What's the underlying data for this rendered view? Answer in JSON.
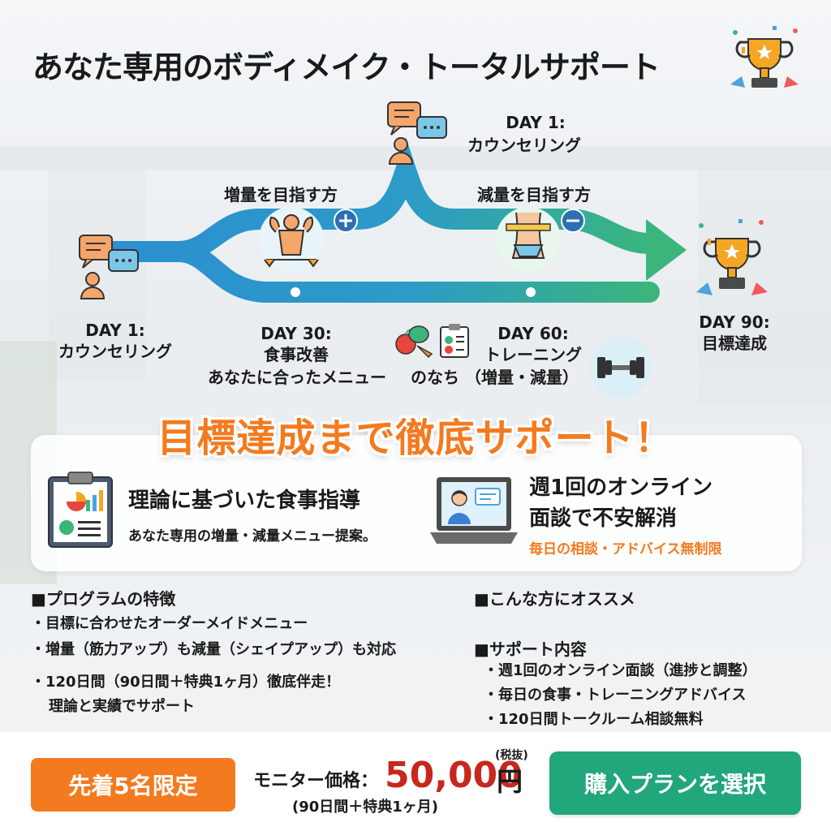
{
  "title": "あなた専用のボディメイク・トータルサポート",
  "journey": {
    "top_day": "DAY 1:",
    "top_label": "カウンセリング",
    "gain_label": "増量を目指す方",
    "loss_label": "減量を目指す方",
    "day1": "DAY 1:",
    "day1_label": "カウンセリング",
    "day30": "DAY 30:",
    "day30_label1": "食事改善",
    "day30_label2": "あなたに合ったメニュー",
    "nochi": "のなち",
    "day60": "DAY 60:",
    "day60_label1": "トレーニング",
    "day60_label2": "（増量・減量）",
    "day90": "DAY 90:",
    "day90_label": "目標達成"
  },
  "headline": "目標達成まで徹底サポート！",
  "features": {
    "diet_title": "理論に基づいた食事指導",
    "diet_sub": "あなた専用の増量・減量メニュー提案。",
    "online_title1": "週1回のオンライン",
    "online_title2": "面談で不安解消",
    "online_sub": "毎日の相談・アドバイス無制限"
  },
  "program": {
    "heading": "■プログラムの特徴",
    "items": [
      "・目標に合わせたオーダーメイドメニュー",
      "・増量（筋力アップ）も減量（シェイプアップ）も対応",
      "・120日間（90日間＋特典1ヶ月）徹底伴走！",
      "理論と実績でサポート"
    ]
  },
  "recommend": {
    "heading": "■こんな方にオススメ"
  },
  "support": {
    "heading": "■サポート内容",
    "items": [
      "・週1回のオンライン面談（進捗と調整）",
      "・毎日の食事・トレーニングアドバイス",
      "・120日間トークルーム相談無料"
    ]
  },
  "footer": {
    "limited": "先着5名限定",
    "price_label": "モニター価格：",
    "price": "50,000",
    "yen": "円",
    "tax": "(税抜)",
    "period": "(90日間＋特典1ヶ月)",
    "buy_button": "購入プランを選択"
  },
  "colors": {
    "accent_orange": "#f47a1f",
    "price_red": "#c7271d",
    "buy_green": "#22a67b",
    "path_blue": "#2c8fd0",
    "path_green": "#3bb57c"
  },
  "icons": [
    "trophy-icon",
    "counseling-icon",
    "muscle-icon",
    "plus-icon",
    "waist-icon",
    "minus-icon",
    "food-icon",
    "clipboard-icon",
    "dumbbell-icon",
    "diet-chart-icon",
    "online-meeting-icon"
  ]
}
